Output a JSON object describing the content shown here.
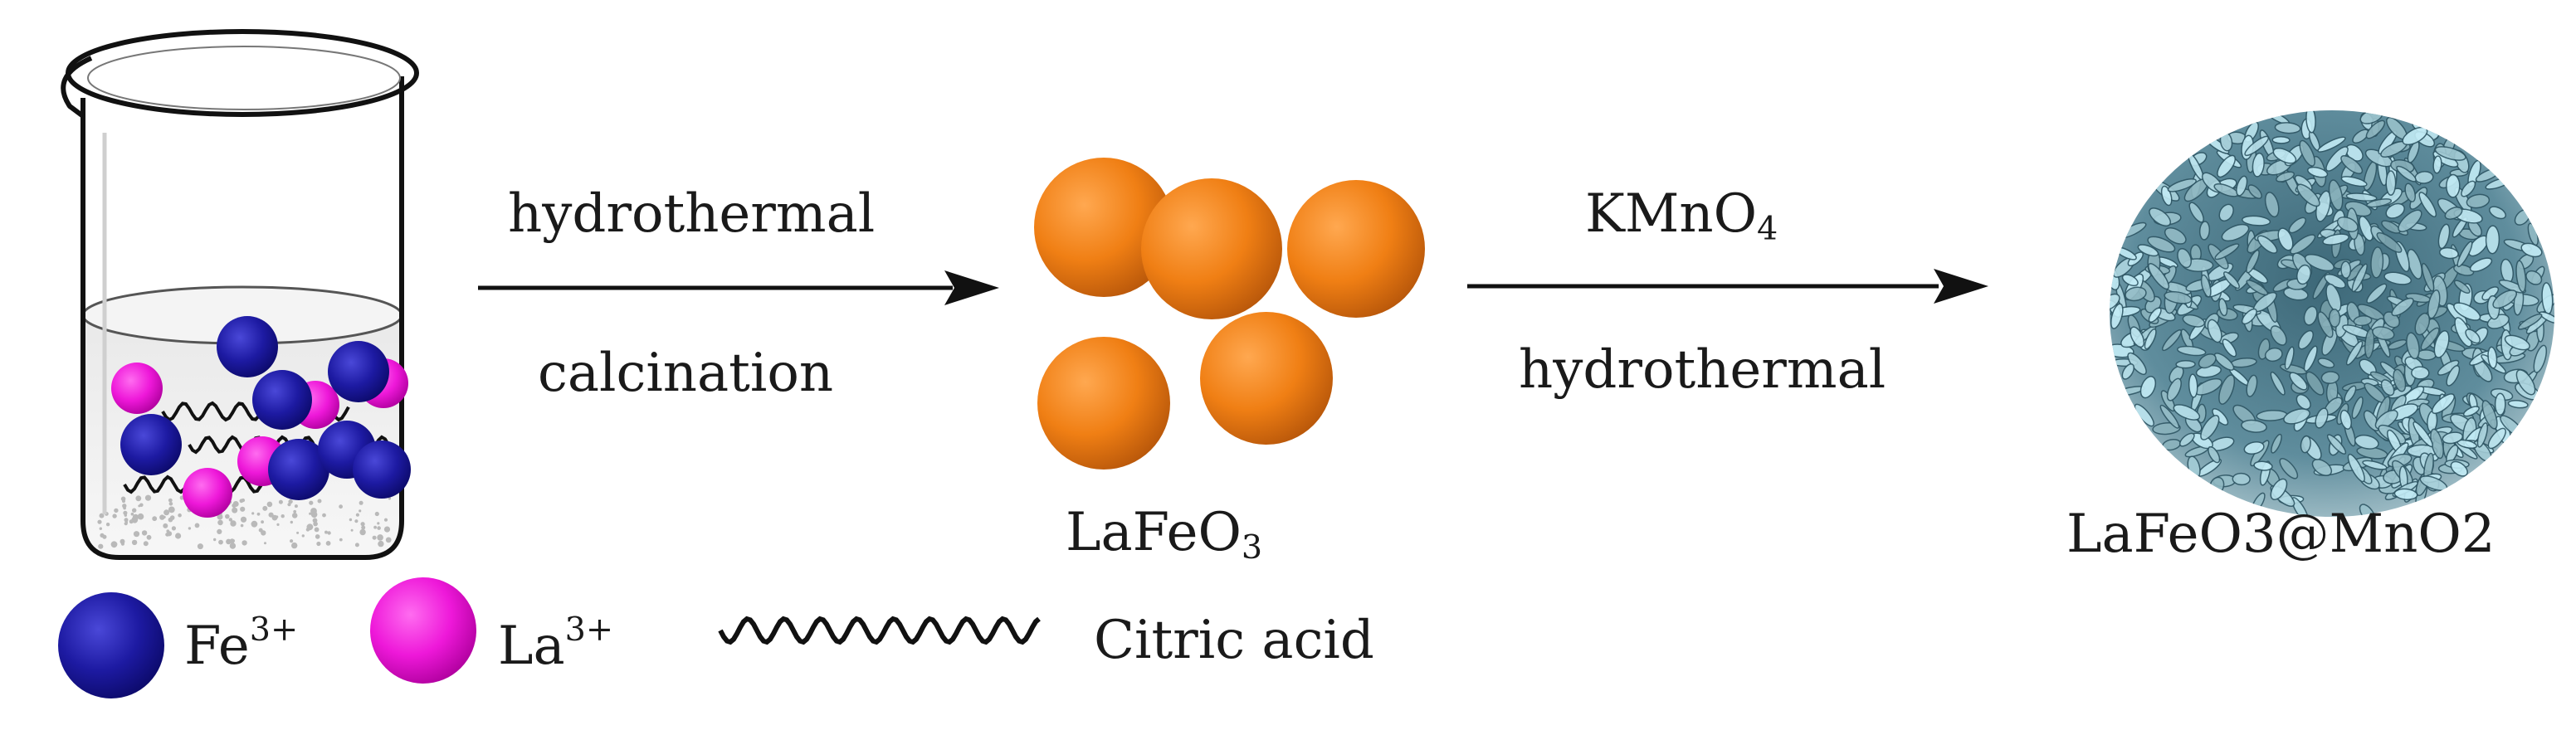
{
  "colors": {
    "fe": "#1d1aa2",
    "la": "#ee18d9",
    "lafeo3": "#f07f14",
    "shell": "#7aa2b0",
    "ink": "#111111"
  },
  "step1": {
    "top": "hydrothermal",
    "bottom": "calcination"
  },
  "step2": {
    "top_main": "KMnO",
    "top_sub": "4",
    "bottom": "hydrothermal"
  },
  "intermediate": {
    "main": "LaFeO",
    "sub": "3"
  },
  "product": {
    "label": "LaFeO3@MnO2"
  },
  "legend": {
    "fe_main": "Fe",
    "fe_sup": "3+",
    "la_main": "La",
    "la_sup": "3+",
    "citric": "Citric acid"
  }
}
